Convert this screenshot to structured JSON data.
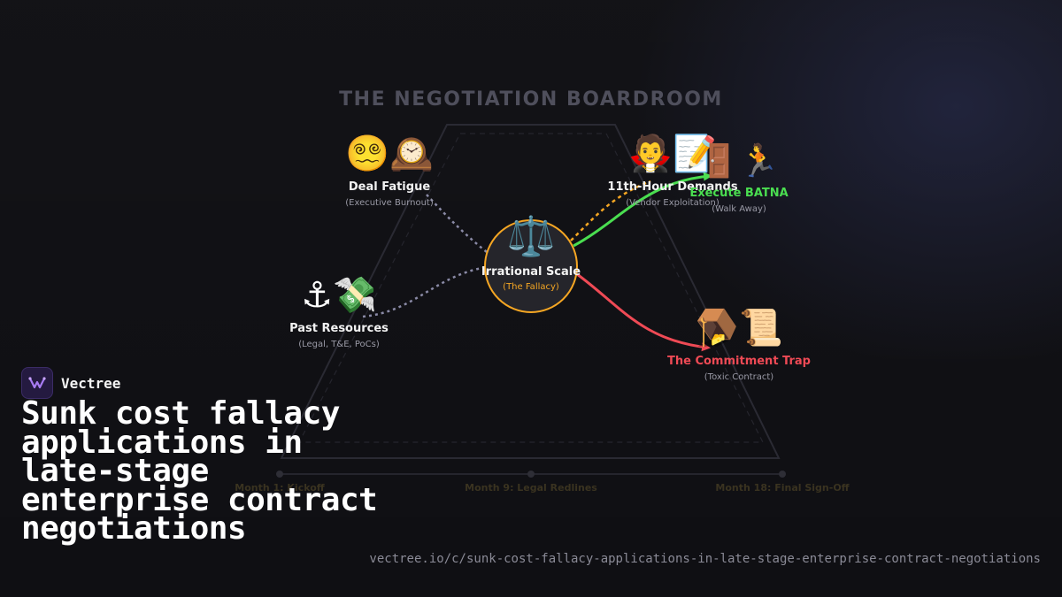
{
  "diagram": {
    "title": "THE NEGOTIATION BOARDROOM",
    "center": {
      "emoji": "⚖️",
      "label": "Irrational Scale",
      "sublabel": "(The Fallacy)"
    },
    "deal_fatigue": {
      "emoji": "😵‍💫🕰️",
      "label": "Deal Fatigue",
      "sublabel": "(Executive Burnout)"
    },
    "vendor_demands": {
      "emoji": "🧛📝",
      "label": "11th-Hour Demands",
      "sublabel": "(Vendor Exploitation)"
    },
    "batna": {
      "emoji": "🚪🏃",
      "label": "Execute BATNA",
      "sublabel": "(Walk Away)"
    },
    "past_resources": {
      "emoji": "⚓💸",
      "label": "Past Resources",
      "sublabel": "(Legal, T&E, PoCs)"
    },
    "commitment_trap": {
      "emoji": "🪤📜",
      "label": "The Commitment Trap",
      "sublabel": "(Toxic Contract)"
    },
    "timeline": [
      "Month 1: Kickoff",
      "Month 9: Legal Redlines",
      "Month 18: Final Sign-Off"
    ],
    "colors": {
      "accent": "#f5a623",
      "success": "#4ade50",
      "danger": "#ef4a55",
      "neutral_path": "#8a8aa6"
    }
  },
  "brand": {
    "name": "Vectree"
  },
  "headline": "Sunk cost fallacy applications in late-stage enterprise contract negotiations",
  "url": "vectree.io/c/sunk-cost-fallacy-applications-in-late-stage-enterprise-contract-negotiations"
}
